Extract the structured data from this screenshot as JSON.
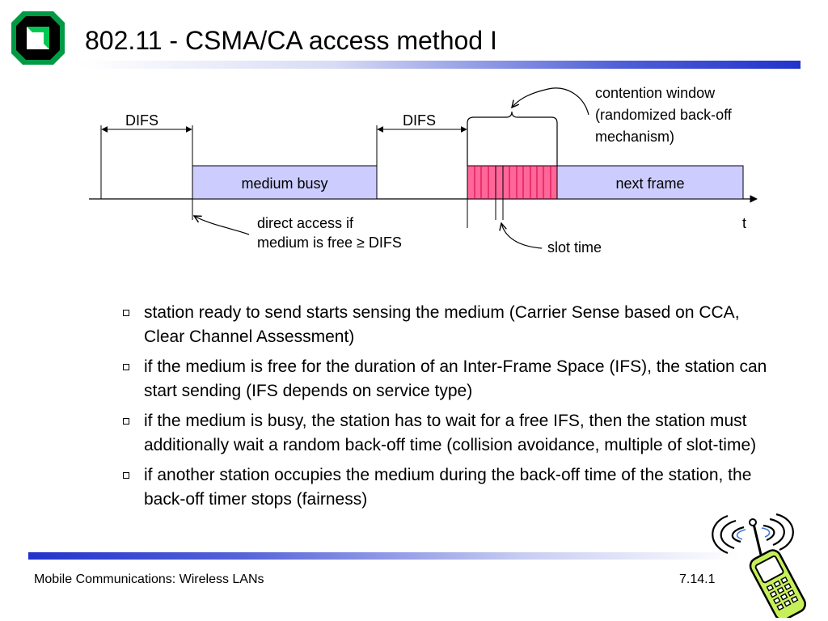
{
  "slide": {
    "title": "802.11 - CSMA/CA access method I"
  },
  "diagram": {
    "difs_label_1": "DIFS",
    "difs_label_2": "DIFS",
    "medium_busy_label": "medium busy",
    "next_frame_label": "next frame",
    "contention_window_label": [
      "contention window",
      "(randomized back-off",
      "mechanism)"
    ],
    "direct_access_label": [
      "direct access if",
      "medium is free ≥ DIFS"
    ],
    "slot_time_label": "slot time",
    "time_axis_label": "t",
    "colors": {
      "frame_fill": "#ccccff",
      "contention_fill": "#ff6699",
      "contention_lines": "#cc0044"
    }
  },
  "bullets": [
    "station ready to send starts sensing the medium (Carrier Sense based on CCA, Clear Channel Assessment)",
    "if the medium is free for the duration of an Inter-Frame Space (IFS), the station can start sending (IFS depends on service type)",
    "if the medium is busy, the station has to wait for a free IFS, then the station must additionally wait a random back-off time (collision avoidance, multiple of slot-time)",
    "if another station occupies the medium during the back-off time of the station, the back-off timer stops (fairness)"
  ],
  "footer": {
    "course": "Mobile Communications: Wireless LANs",
    "page_number": "7.14.1"
  },
  "icons": {
    "logo": "university-logo-icon",
    "phone": "mobile-phone-icon"
  }
}
